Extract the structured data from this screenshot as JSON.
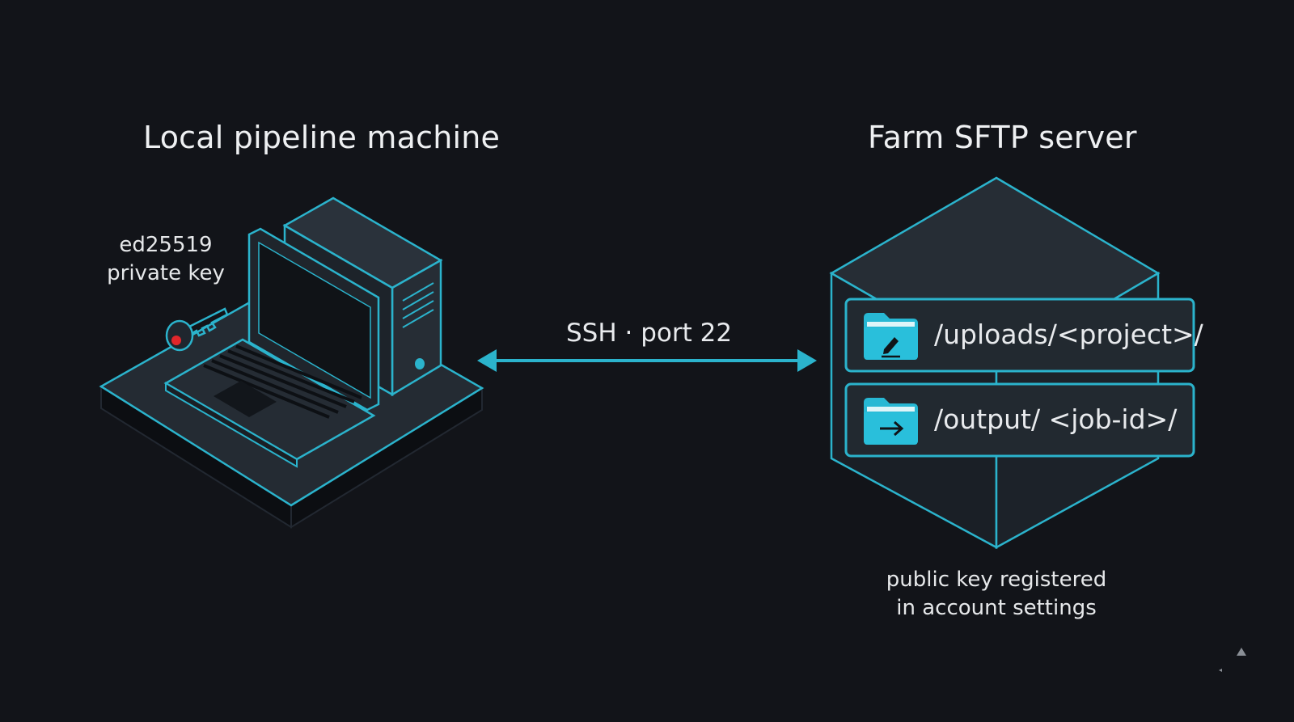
{
  "local": {
    "title": "Local pipeline machine",
    "key_label_line1": "ed25519",
    "key_label_line2": "private key"
  },
  "link": {
    "label": "SSH · port 22"
  },
  "server": {
    "title": "Farm SFTP server",
    "folders": [
      {
        "path": "/uploads/<project>/",
        "icon": "folder-edit-icon"
      },
      {
        "path": "/output/ <job-id>/",
        "icon": "folder-arrow-icon"
      }
    ],
    "note_line1": "public key registered",
    "note_line2": "in account settings"
  },
  "colors": {
    "background": "#121419",
    "accent": "#2bb3cc",
    "folder": "#27b8d4",
    "key_dot": "#e0262b"
  }
}
